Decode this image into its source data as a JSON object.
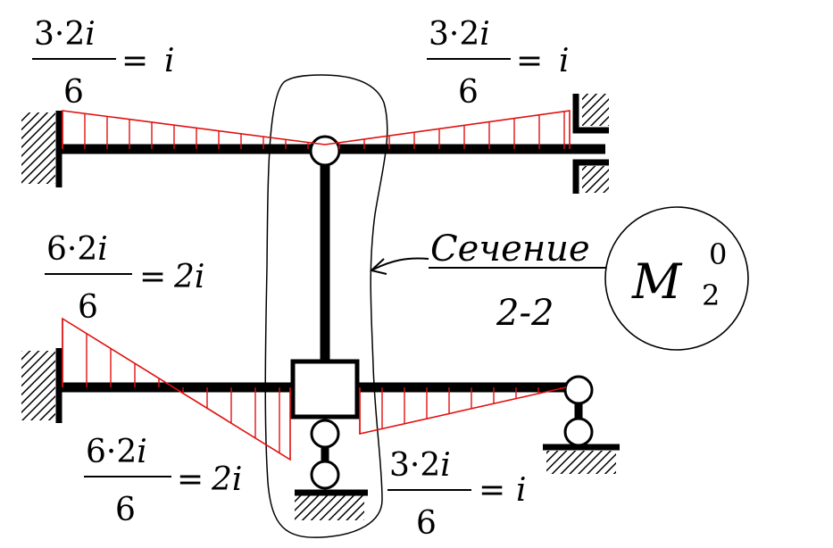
{
  "labels": {
    "tl_num": "3·2",
    "tl_var": "i",
    "tl_den": "6",
    "tl_eq": "=",
    "tl_res": "i",
    "tr_num": "3·2",
    "tr_var": "i",
    "tr_den": "6",
    "tr_eq": "=",
    "tr_res": "i",
    "ml_num": "6·2",
    "ml_var": "i",
    "ml_den": "6",
    "ml_eq": "=",
    "ml_res": "2i",
    "bl_num": "6·2",
    "bl_var": "i",
    "bl_den": "6",
    "bl_eq": "=",
    "bl_res": "2i",
    "br_num": "3·2",
    "br_var": "i",
    "br_den": "6",
    "br_eq": "=",
    "br_res": "i",
    "section_word": "Сечение",
    "section_id": "2-2",
    "moment_M": "M",
    "moment_sup": "0",
    "moment_sub": "2"
  },
  "colors": {
    "structure": "#000000",
    "epure": "#e01010",
    "background": "#ffffff"
  }
}
